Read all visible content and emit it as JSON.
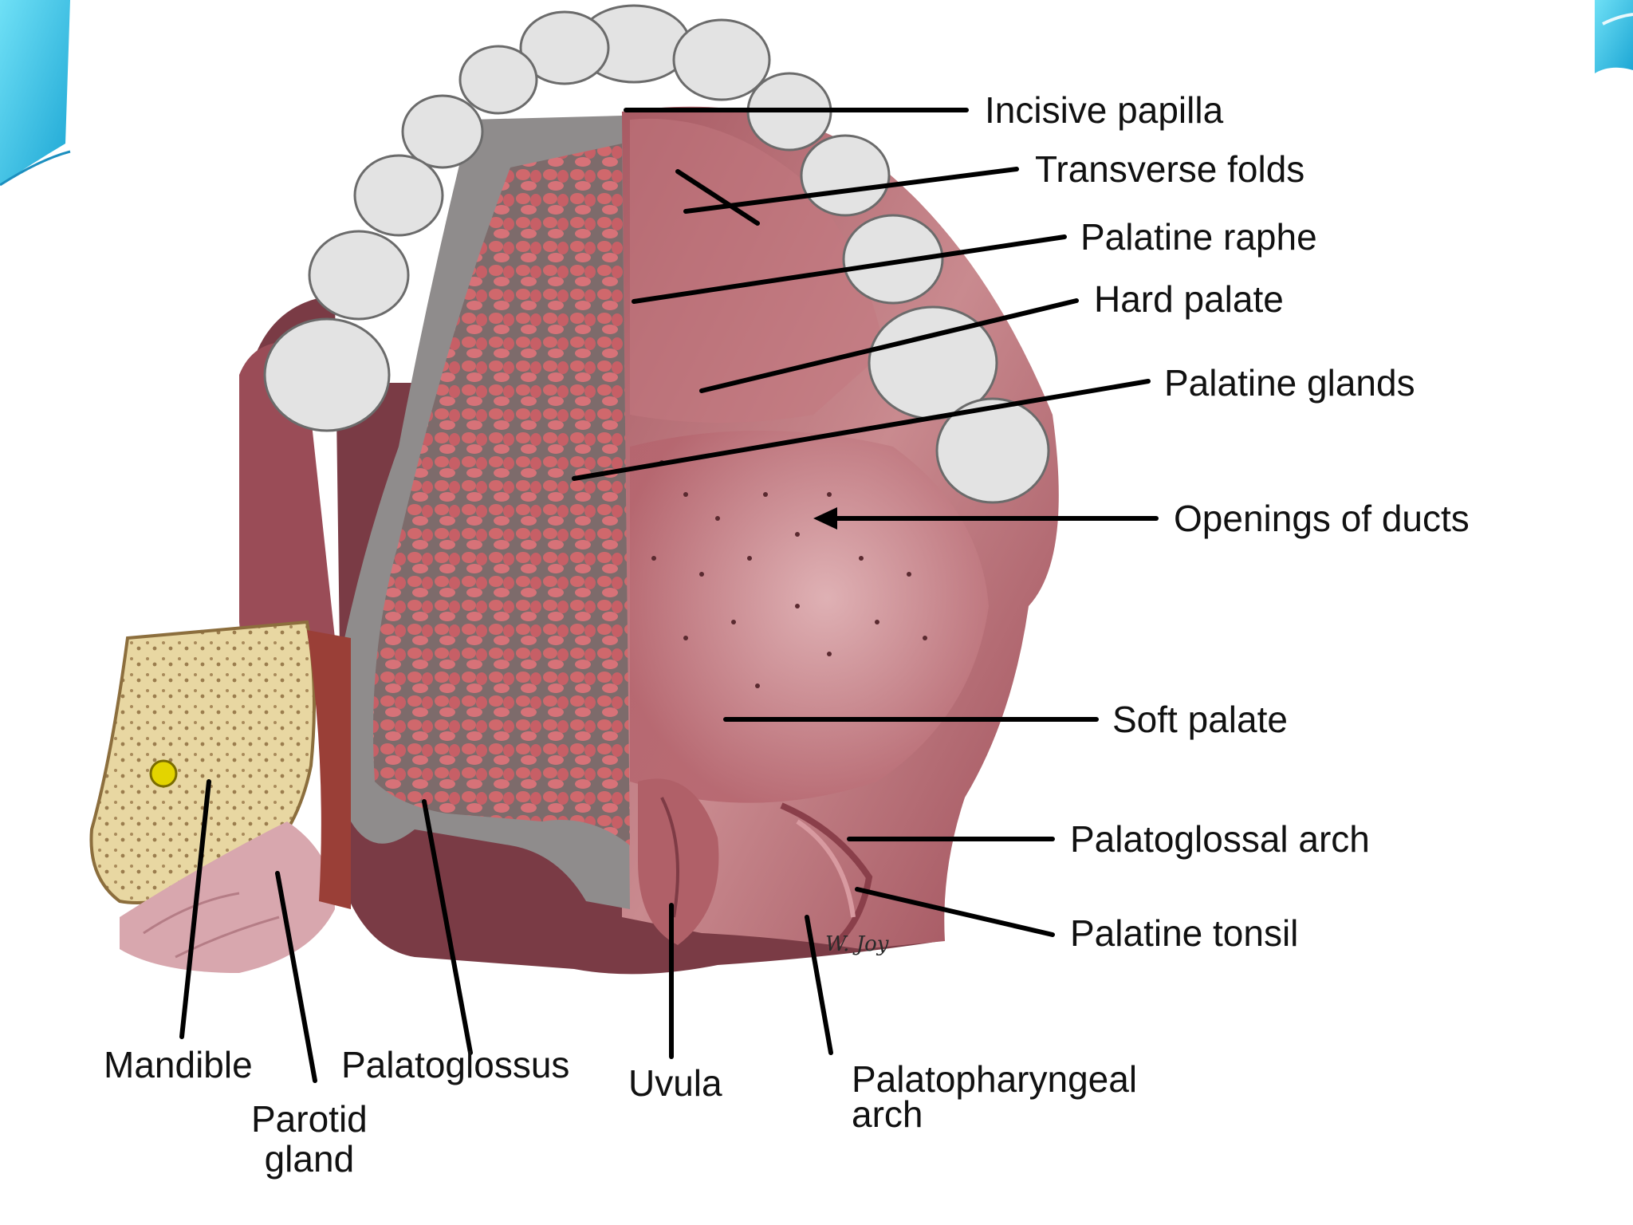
{
  "colors": {
    "slide_accent": "#3ec6e8",
    "mucosa": "#b86870",
    "gland": "#c85a60",
    "tooth": "#e4e4e4",
    "bone": "#eadba8",
    "leader": "#000000"
  },
  "labels": {
    "incisive_papilla": "Incisive papilla",
    "transverse_folds": "Transverse folds",
    "palatine_raphe": "Palatine raphe",
    "hard_palate": "Hard palate",
    "palatine_glands": "Palatine glands",
    "openings_of_ducts": "Openings of ducts",
    "soft_palate": "Soft palate",
    "palatoglossal_arch": "Palatoglossal arch",
    "palatine_tonsil": "Palatine tonsil",
    "mandible": "Mandible",
    "parotid_gland": [
      "Parotid",
      "gland"
    ],
    "palatoglossus": "Palatoglossus",
    "uvula": "Uvula",
    "palatopharyngeal_arch": [
      "Palatopharyngeal",
      "arch"
    ]
  },
  "signature": "W. Joy"
}
